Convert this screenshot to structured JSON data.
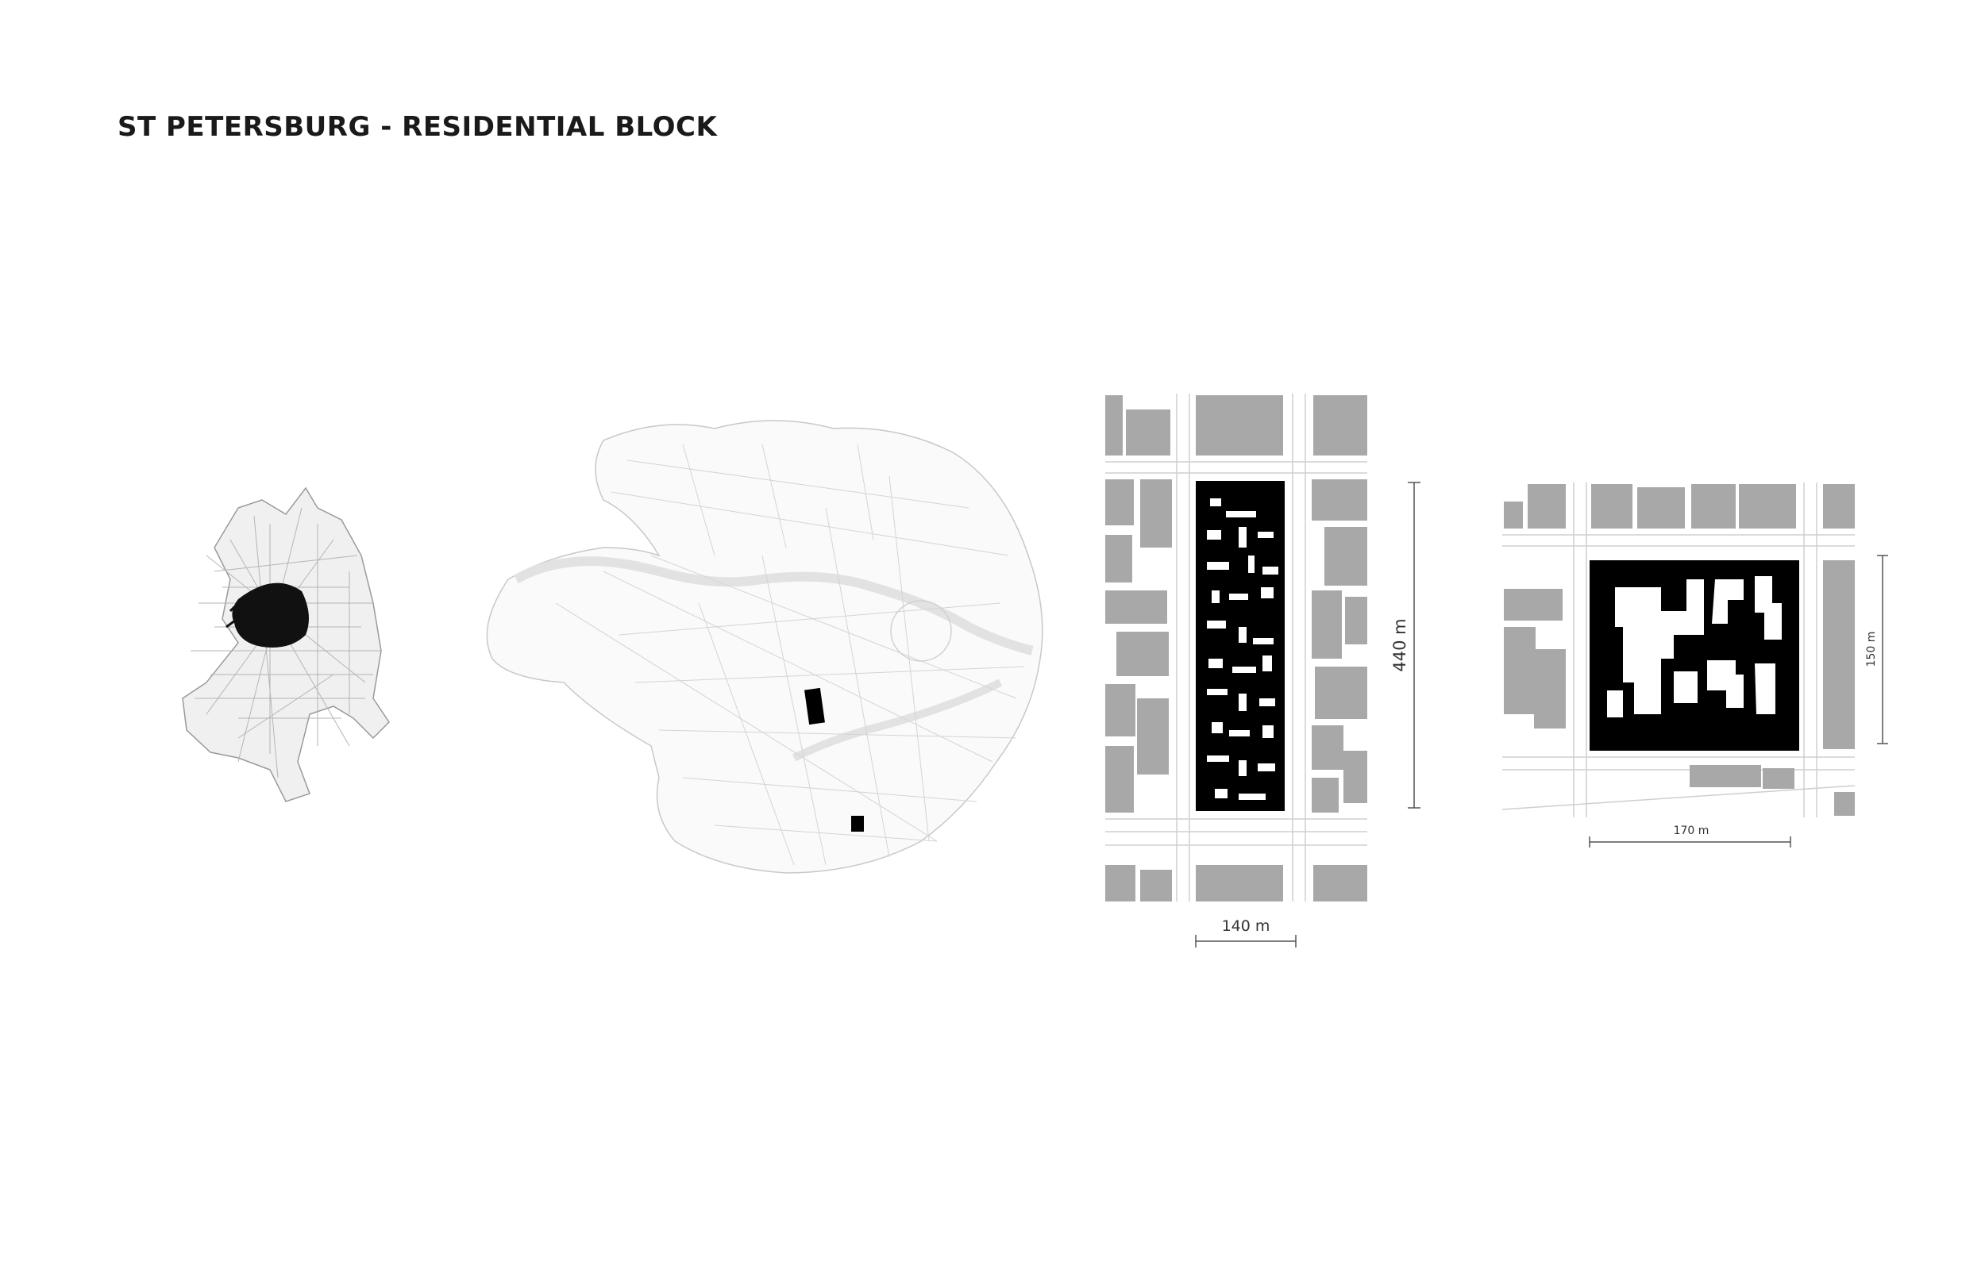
{
  "title": "ST PETERSBURG - RESIDENTIAL BLOCK",
  "panels": {
    "city": {
      "name": "city-overview-map"
    },
    "center": {
      "name": "city-center-map"
    },
    "block_long": {
      "width_label": "140 m",
      "height_label": "440 m"
    },
    "block_square": {
      "width_label": "170 m",
      "height_label": "150 m"
    }
  },
  "colors": {
    "background": "#ffffff",
    "highlight": "#000000",
    "context_buildings": "#a8a8a8",
    "streets": "#cfcfcf",
    "text": "#1a1a1a"
  }
}
